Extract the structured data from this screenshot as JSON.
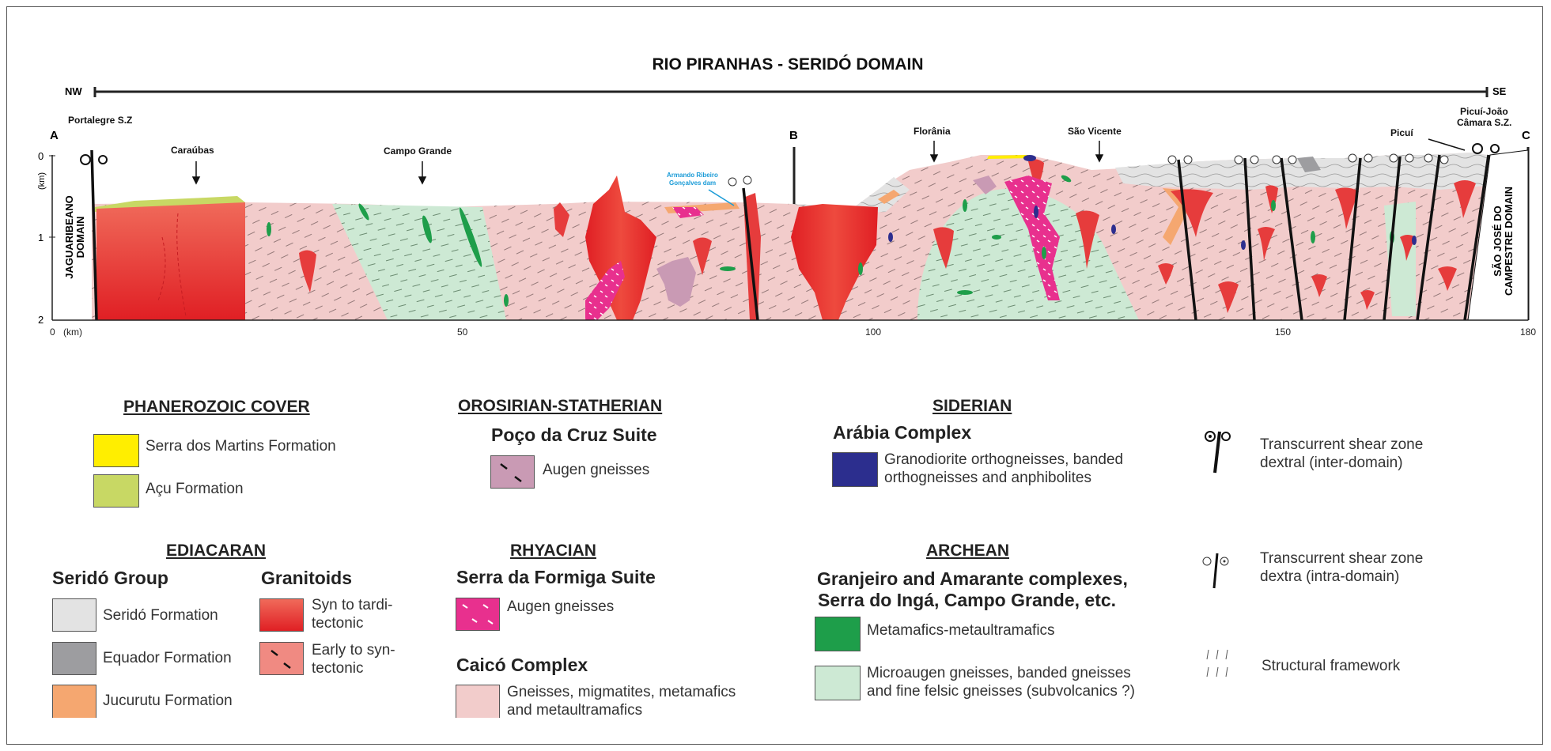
{
  "section": {
    "title": "RIO PIRANHAS - SERIDÓ DOMAIN",
    "nw": "NW",
    "se": "SE",
    "points": [
      "A",
      "B",
      "C"
    ],
    "depth_unit": "(km)",
    "depth_ticks": [
      "0",
      "1",
      "2"
    ],
    "distance_ticks": [
      "0",
      "(km)",
      "50",
      "100",
      "150",
      "180"
    ],
    "place_labels": {
      "portalegre": "Portalegre S.Z",
      "caraubas": "Caraúbas",
      "campo_grande": "Campo Grande",
      "dam": [
        "Armando Ribeiro",
        "Gonçalves dam"
      ],
      "floriana": "Florânia",
      "sao_vicente": "São Vicente",
      "picui": "Picuí",
      "picui_joao": [
        "Picuí-João",
        "Câmara S.Z."
      ]
    },
    "domains": {
      "left": [
        "JAGUARIBEANO",
        "DOMAIN"
      ],
      "right": [
        "SÃO JOSÉ DO",
        "CAMPESTRE DOMAIN"
      ]
    }
  },
  "colors": {
    "granite": "#e63c3c",
    "early_granite": "#f08a82",
    "caico": "#f2cccb",
    "microaugen": "#cde9d4",
    "metamafic": "#1e9e4a",
    "serrado": "#e3e3e3",
    "equador": "#9d9da0",
    "jucurutu": "#f5a770",
    "martins": "#ffee00",
    "acu": "#c8d864",
    "formiga": "#e8308e",
    "poco": "#c99ab4",
    "arabia": "#2c2e8e"
  },
  "legend": {
    "phanerozoic": {
      "title": "PHANEROZOIC COVER",
      "items": [
        "Serra dos Martins Formation",
        "Açu Formation"
      ]
    },
    "orosirian": {
      "title": "OROSIRIAN-STATHERIAN",
      "suite": "Poço da Cruz Suite",
      "items": [
        "Augen gneisses"
      ]
    },
    "siderian": {
      "title": "SIDERIAN",
      "complex": "Arábia Complex",
      "items": [
        [
          "Granodiorite orthogneisses, banded",
          "orthogneisses and anphibolites"
        ]
      ]
    },
    "ediacaran": {
      "title": "EDIACARAN",
      "group": "Seridó Group",
      "group_items": [
        "Seridó Formation",
        "Equador Formation",
        "Jucurutu Formation"
      ],
      "granitoids": "Granitoids",
      "granitoid_items": [
        [
          "Syn to tardi-",
          "tectonic"
        ],
        [
          "Early to syn-",
          "tectonic"
        ]
      ]
    },
    "rhyacian": {
      "title": "RHYACIAN",
      "suite": "Serra da Formiga Suite",
      "items": [
        "Augen gneisses"
      ],
      "caico": "Caicó Complex",
      "caico_items": [
        [
          "Gneisses, migmatites, metamafics",
          "and metaultramafics"
        ]
      ]
    },
    "archean": {
      "title": "ARCHEAN",
      "complex": [
        "Granjeiro and Amarante complexes,",
        "Serra do Ingá,  Campo Grande,  etc."
      ],
      "items": [
        "Metamafics-metaultramafics",
        [
          "Microaugen gneisses, banded gneisses",
          "and fine felsic gneisses (subvolcanics ?)"
        ]
      ]
    },
    "structures": [
      [
        "Transcurrent shear zone",
        "dextral (inter-domain)"
      ],
      [
        "Transcurrent shear zone",
        "dextra (intra-domain)"
      ],
      [
        "Structural framework"
      ]
    ]
  }
}
